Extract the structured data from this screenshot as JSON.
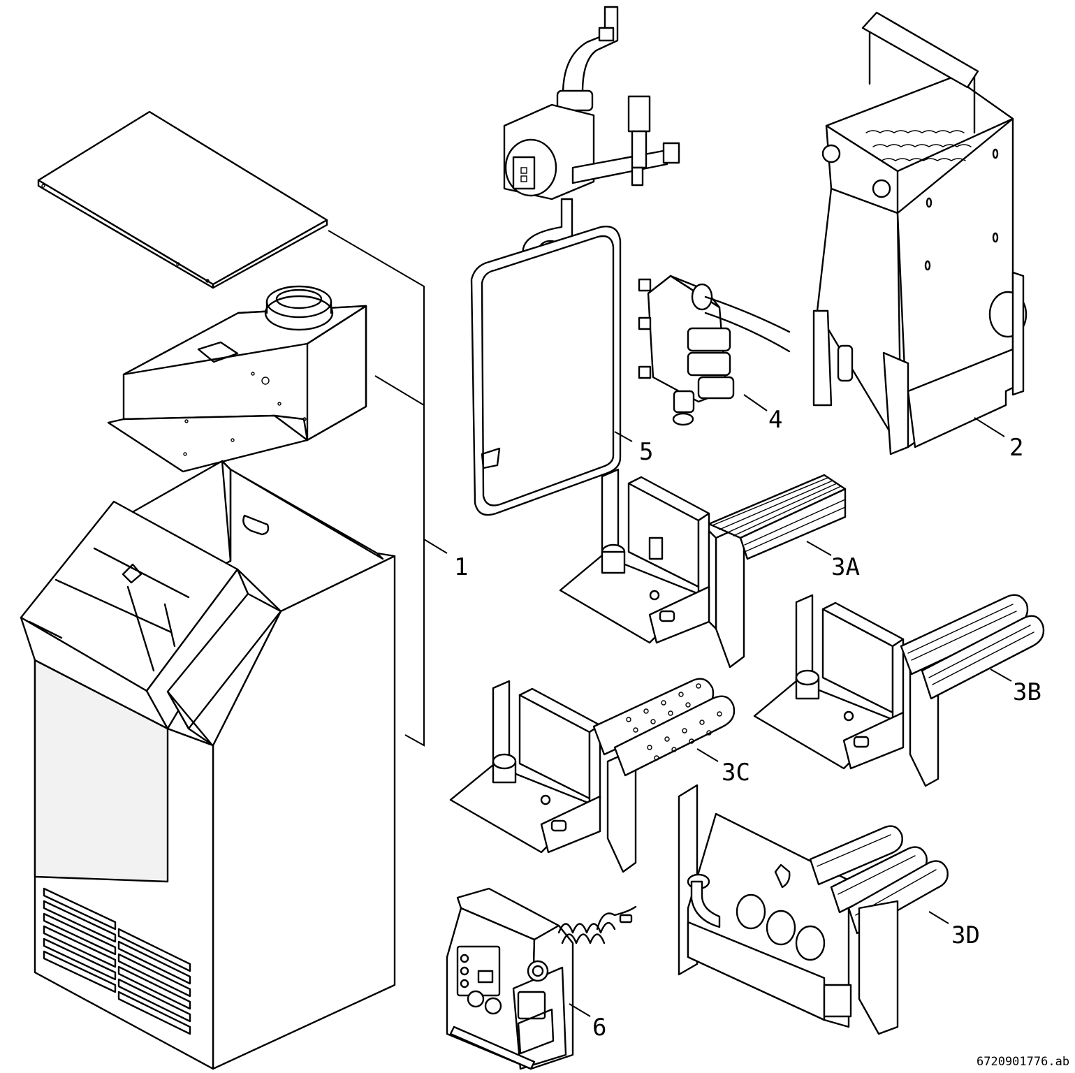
{
  "labels": {
    "p1": "1",
    "p2": "2",
    "p3a": "3A",
    "p3b": "3B",
    "p3c": "3C",
    "p3d": "3D",
    "p4": "4",
    "p5": "5",
    "p6": "6"
  },
  "reference": "6720901776.ab"
}
